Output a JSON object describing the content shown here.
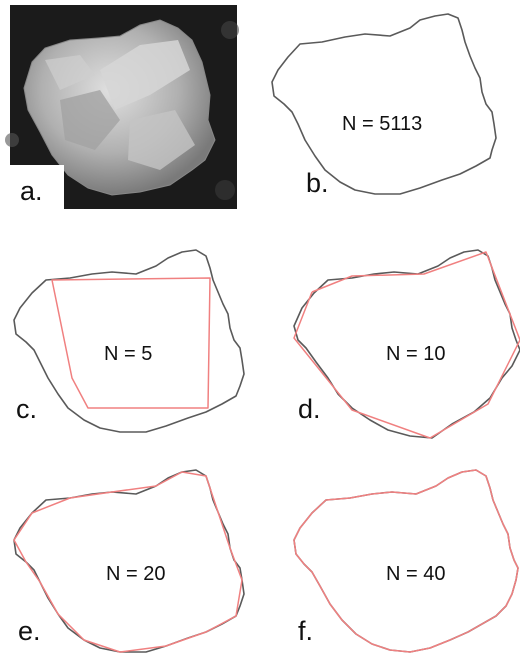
{
  "panels": [
    {
      "label": "a.",
      "kind": "photo"
    },
    {
      "label": "b.",
      "kind": "outline",
      "n_label": "N = 5113",
      "n": 5113
    },
    {
      "label": "c.",
      "kind": "polygon",
      "n_label": "N = 5",
      "n": 5
    },
    {
      "label": "d.",
      "kind": "polygon",
      "n_label": "N = 10",
      "n": 10
    },
    {
      "label": "e.",
      "kind": "polygon",
      "n_label": "N = 20",
      "n": 20
    },
    {
      "label": "f.",
      "kind": "polygon",
      "n_label": "N = 40",
      "n": 40
    }
  ],
  "colors": {
    "outline": "#5a5a5a",
    "approximation": "#f08080",
    "photo_background": "#1a1a1a",
    "particle": "#b8b8b8"
  }
}
